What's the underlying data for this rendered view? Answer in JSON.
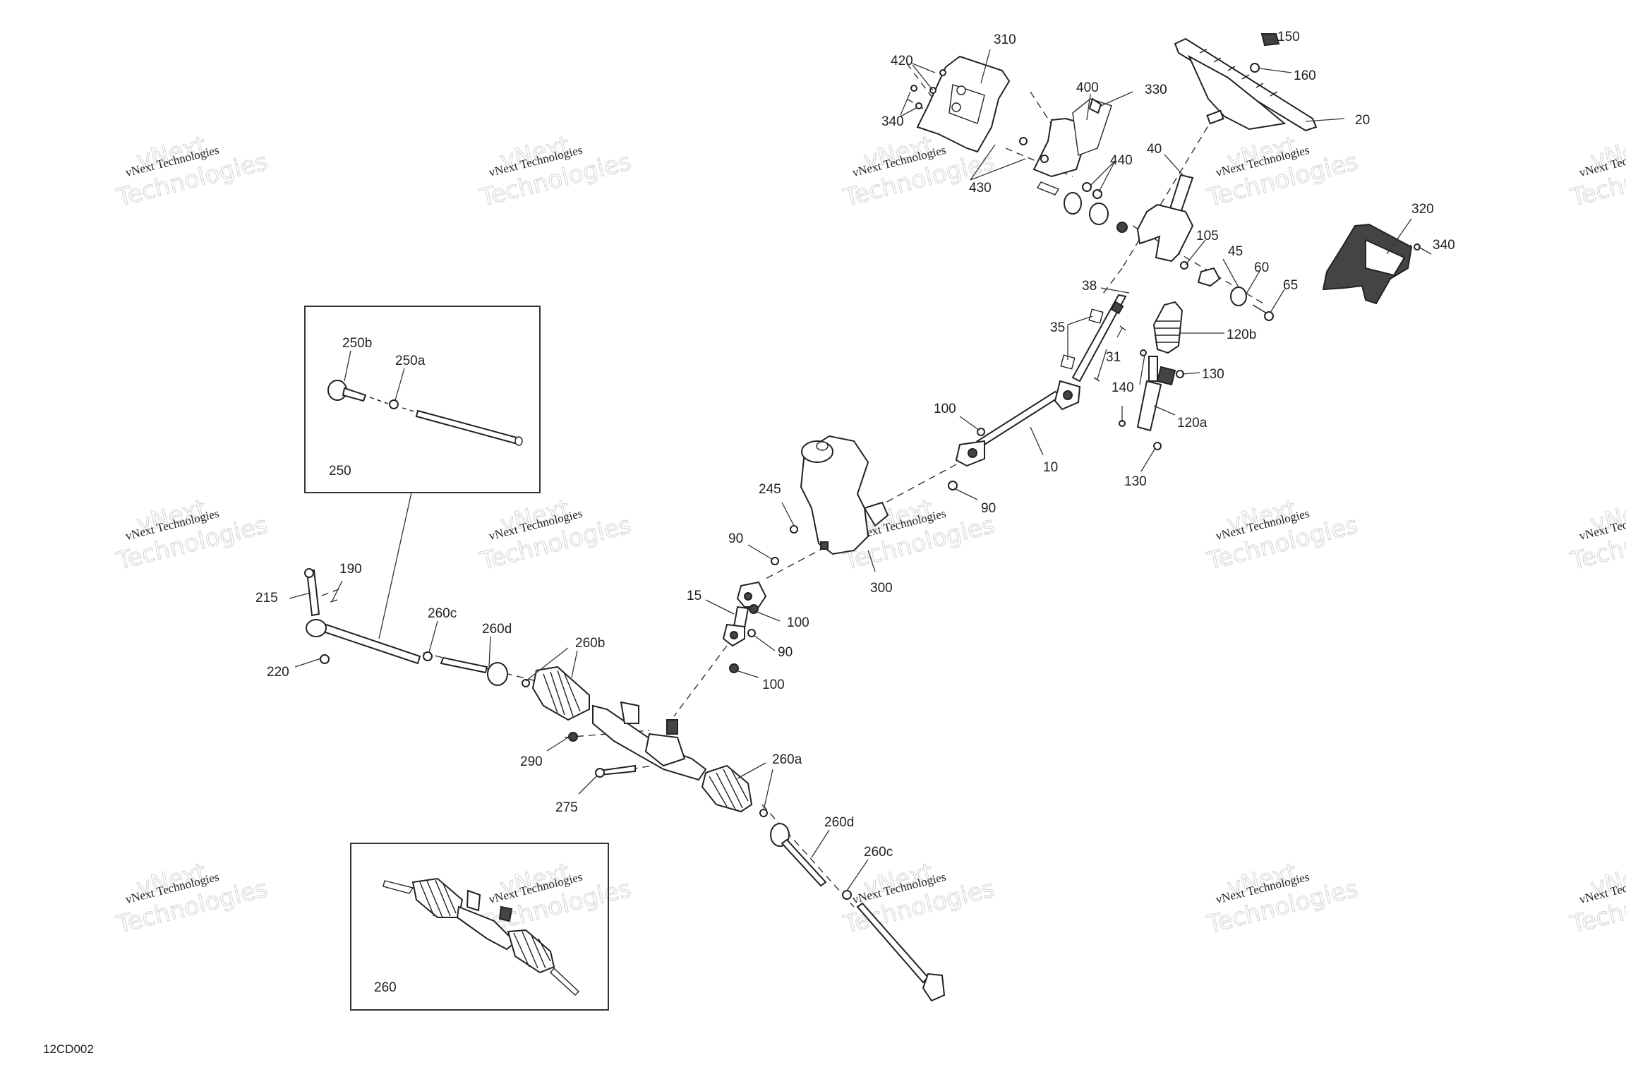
{
  "document_id": "12CD002",
  "watermark": {
    "line_small": "vNext Technologies",
    "line_big_1": "vNext",
    "line_big_2": "Technologies"
  },
  "insets": {
    "tie_rod_assembly": {
      "label": "250",
      "parts": [
        "250b",
        "250a"
      ]
    },
    "steering_rack_assembly": {
      "label": "260"
    }
  },
  "callouts": {
    "c310": "310",
    "c420": "420",
    "c340a": "340",
    "c400": "400",
    "c330": "330",
    "c430": "430",
    "c440": "440",
    "c150": "150",
    "c160": "160",
    "c20": "20",
    "c40": "40",
    "c105": "105",
    "c45": "45",
    "c60": "60",
    "c65": "65",
    "c320": "320",
    "c340b": "340",
    "c38": "38",
    "c35": "35",
    "c31": "31",
    "c120b": "120b",
    "c130a": "130",
    "c140": "140",
    "c120a": "120a",
    "c130b": "130",
    "c100a": "100",
    "c10": "10",
    "c90a": "90",
    "c245": "245",
    "c300": "300",
    "c90b": "90",
    "c15": "15",
    "c100b": "100",
    "c90c": "90",
    "c100c": "100",
    "c250b": "250b",
    "c250a": "250a",
    "c250": "250",
    "c215": "215",
    "c190": "190",
    "c220": "220",
    "c260c_l": "260c",
    "c260d_l": "260d",
    "c260b": "260b",
    "c290": "290",
    "c275": "275",
    "c260a": "260a",
    "c260d_r": "260d",
    "c260c_r": "260c",
    "c260": "260"
  }
}
